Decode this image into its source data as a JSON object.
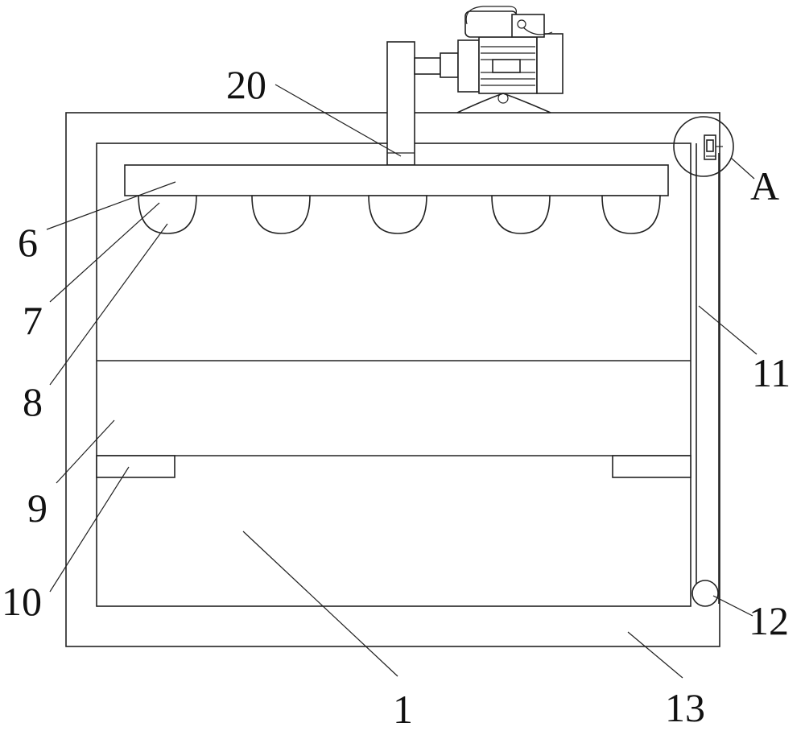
{
  "labels": {
    "l20": "20",
    "l6": "6",
    "l7": "7",
    "l8": "8",
    "l9": "9",
    "l10": "10",
    "l11": "11",
    "l12": "12",
    "l13": "13",
    "l1": "1",
    "lA": "A"
  }
}
